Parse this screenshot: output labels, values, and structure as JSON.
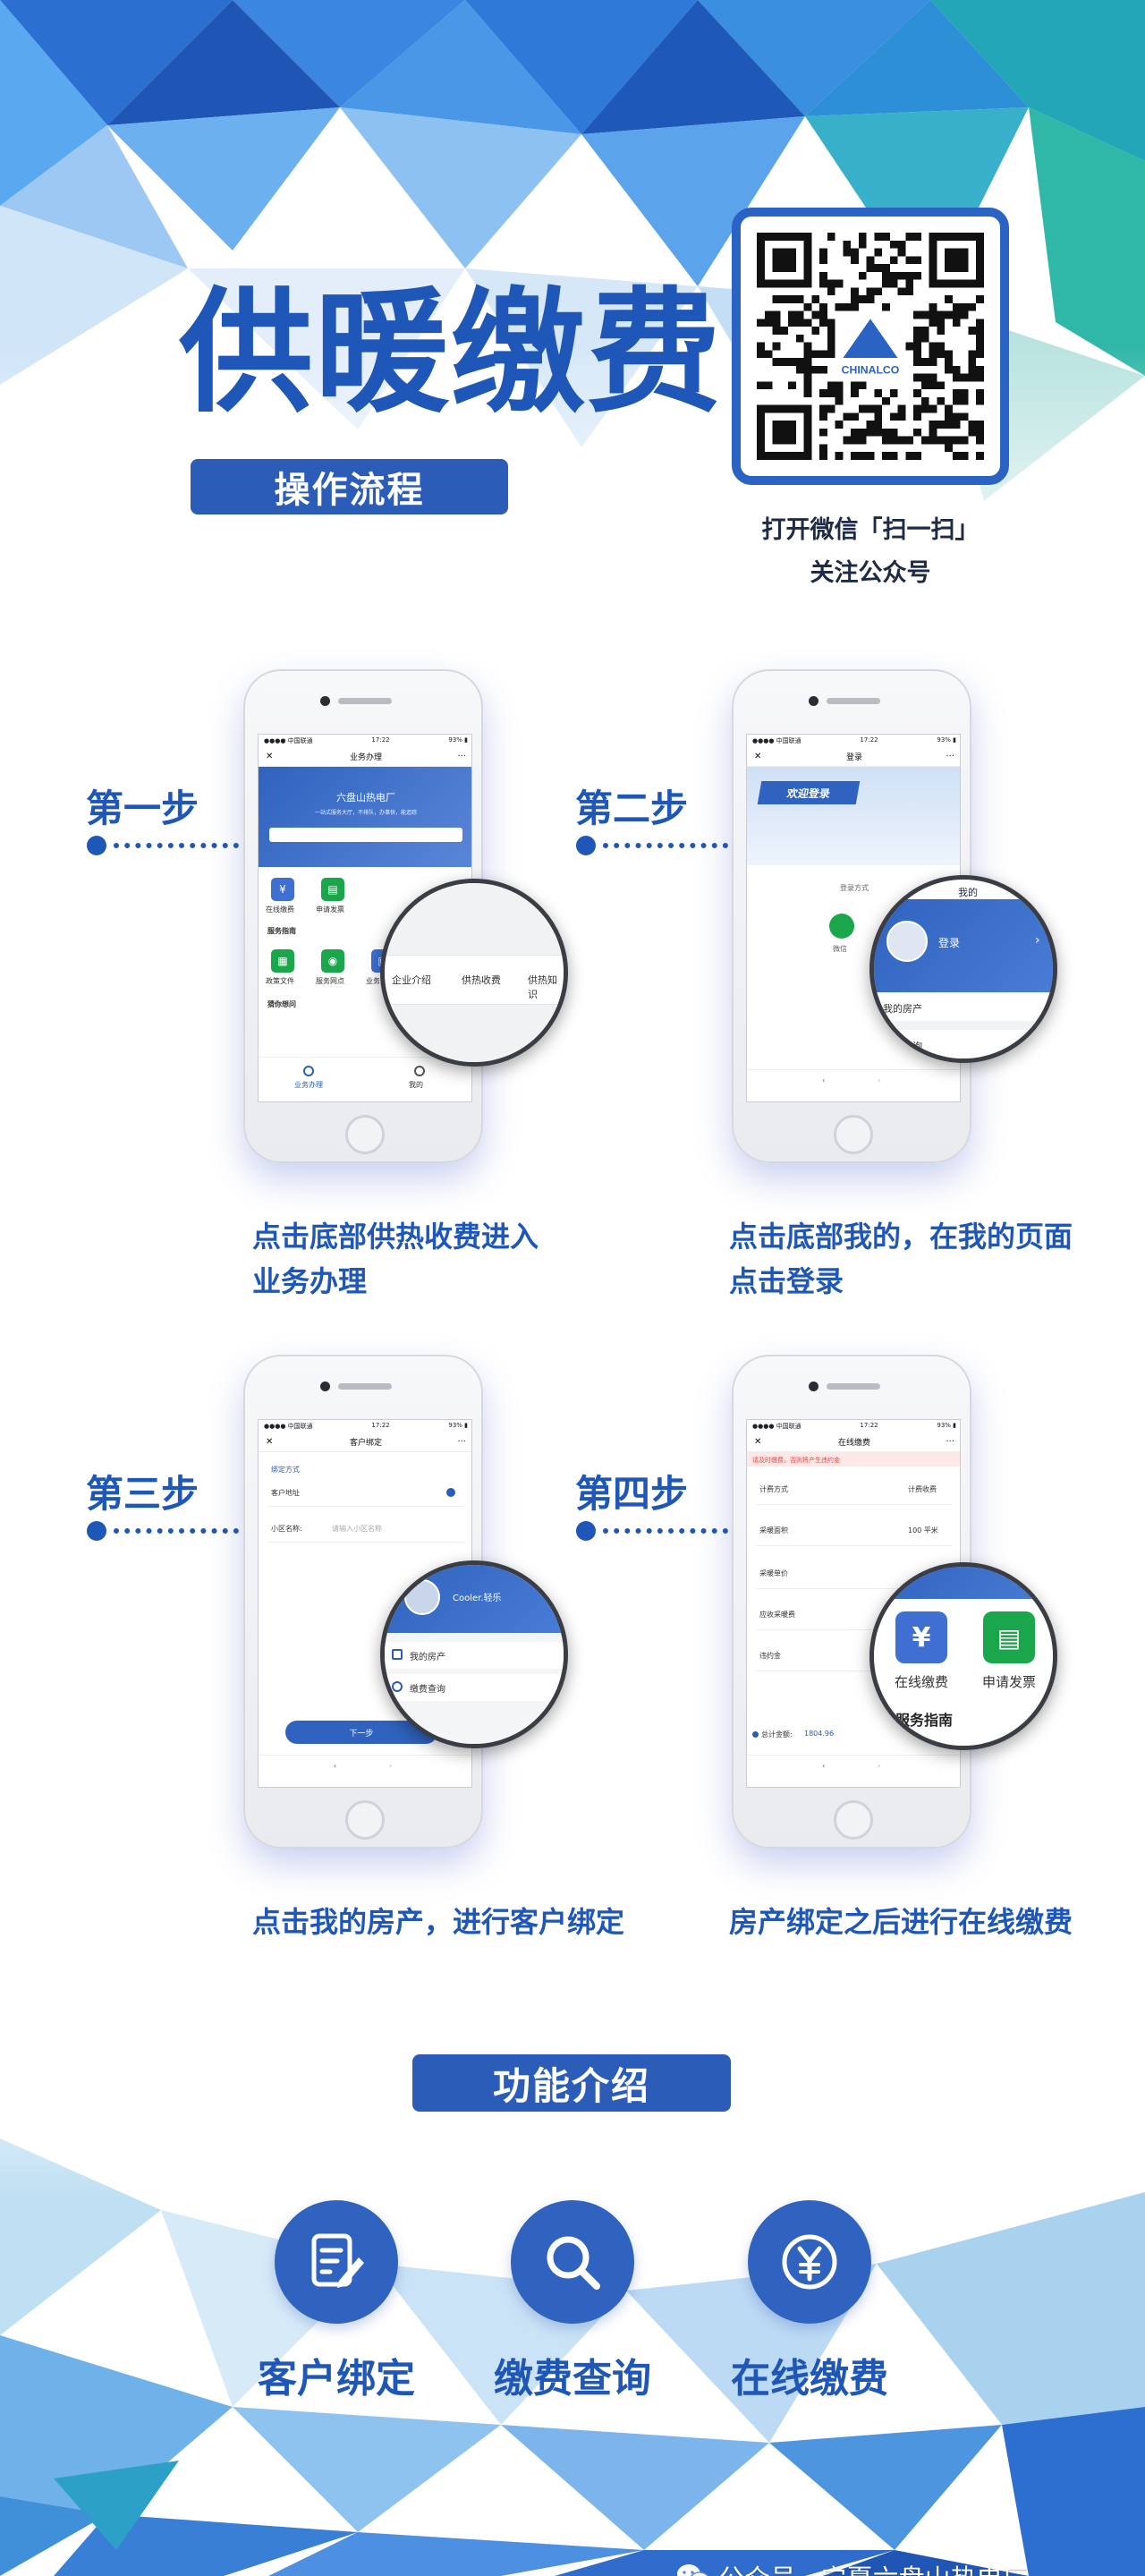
{
  "header": {
    "title": "供暖缴费",
    "subtitle_pill": "操作流程",
    "qr_caption_line1": "打开微信「扫一扫」",
    "qr_caption_line2": "关注公众号",
    "qr_logo_text": "CHINALCO"
  },
  "steps": [
    {
      "label": "第一步",
      "description_line1": "点击底部供热收费进入",
      "description_line2": "业务办理",
      "screen": {
        "title": "业务办理",
        "banner_title": "六盘山热电厂",
        "banner_sub": "一站式服务大厅，不排队，办事快，能追踪",
        "icons": [
          "在线缴费",
          "申请发票"
        ],
        "section1": "服务指南",
        "icons2": [
          "政策文件",
          "服务网点",
          "业务须知"
        ],
        "section2": "猜你想问",
        "tab_left": "业务办理",
        "tab_right": "我的",
        "magnifier_items": [
          "企业介绍",
          "供热收费",
          "供热知识"
        ]
      }
    },
    {
      "label": "第二步",
      "description_line1": "点击底部我的，在我的页面",
      "description_line2": "点击登录",
      "screen": {
        "title": "登录",
        "banner_title": "欢迎登录",
        "login_method": "登录方式",
        "wechat_label": "微信",
        "mag_header": "我的",
        "mag_login": "登录",
        "mag_item": "我的房产",
        "mag_item2": "缴费查询"
      }
    },
    {
      "label": "第三步",
      "description_line1": "点击我的房产，进行客户绑定",
      "description_line2": "",
      "screen": {
        "title": "客户绑定",
        "bind_method": "绑定方式",
        "address": "客户地址",
        "community": "小区名称:",
        "community_placeholder": "请输入小区名称",
        "next_btn": "下一步",
        "mag_user": "Cooler.轻乐",
        "mag_item1": "我的房产",
        "mag_item2": "缴费查询"
      }
    },
    {
      "label": "第四步",
      "description_line1": "房产绑定之后进行在线缴费",
      "description_line2": "",
      "screen": {
        "title": "在线缴费",
        "notice": "请及时缴费，否则将产生违约金",
        "rows": [
          {
            "k": "计费方式",
            "v": "计费收费"
          },
          {
            "k": "采暖面积",
            "v": "100 平米"
          },
          {
            "k": "采暖单价",
            "v": ""
          },
          {
            "k": "应收采暖费",
            "v": ""
          },
          {
            "k": "违约金",
            "v": ""
          }
        ],
        "total_label": "总计金额:",
        "total_value": "1804.96",
        "mag_icon1": "在线缴费",
        "mag_icon2": "申请发票",
        "mag_section": "服务指南"
      }
    }
  ],
  "features": {
    "pill": "功能介绍",
    "items": [
      {
        "label": "客户绑定",
        "icon": "edit-document-icon"
      },
      {
        "label": "缴费查询",
        "icon": "search-icon"
      },
      {
        "label": "在线缴费",
        "icon": "yuan-icon"
      }
    ]
  },
  "footer": {
    "text": "公众号 · 宁夏六盘山热电厂"
  },
  "colors": {
    "brand_blue": "#1f57b8",
    "pill_blue": "#2b5db8",
    "green": "#1aa64a"
  }
}
